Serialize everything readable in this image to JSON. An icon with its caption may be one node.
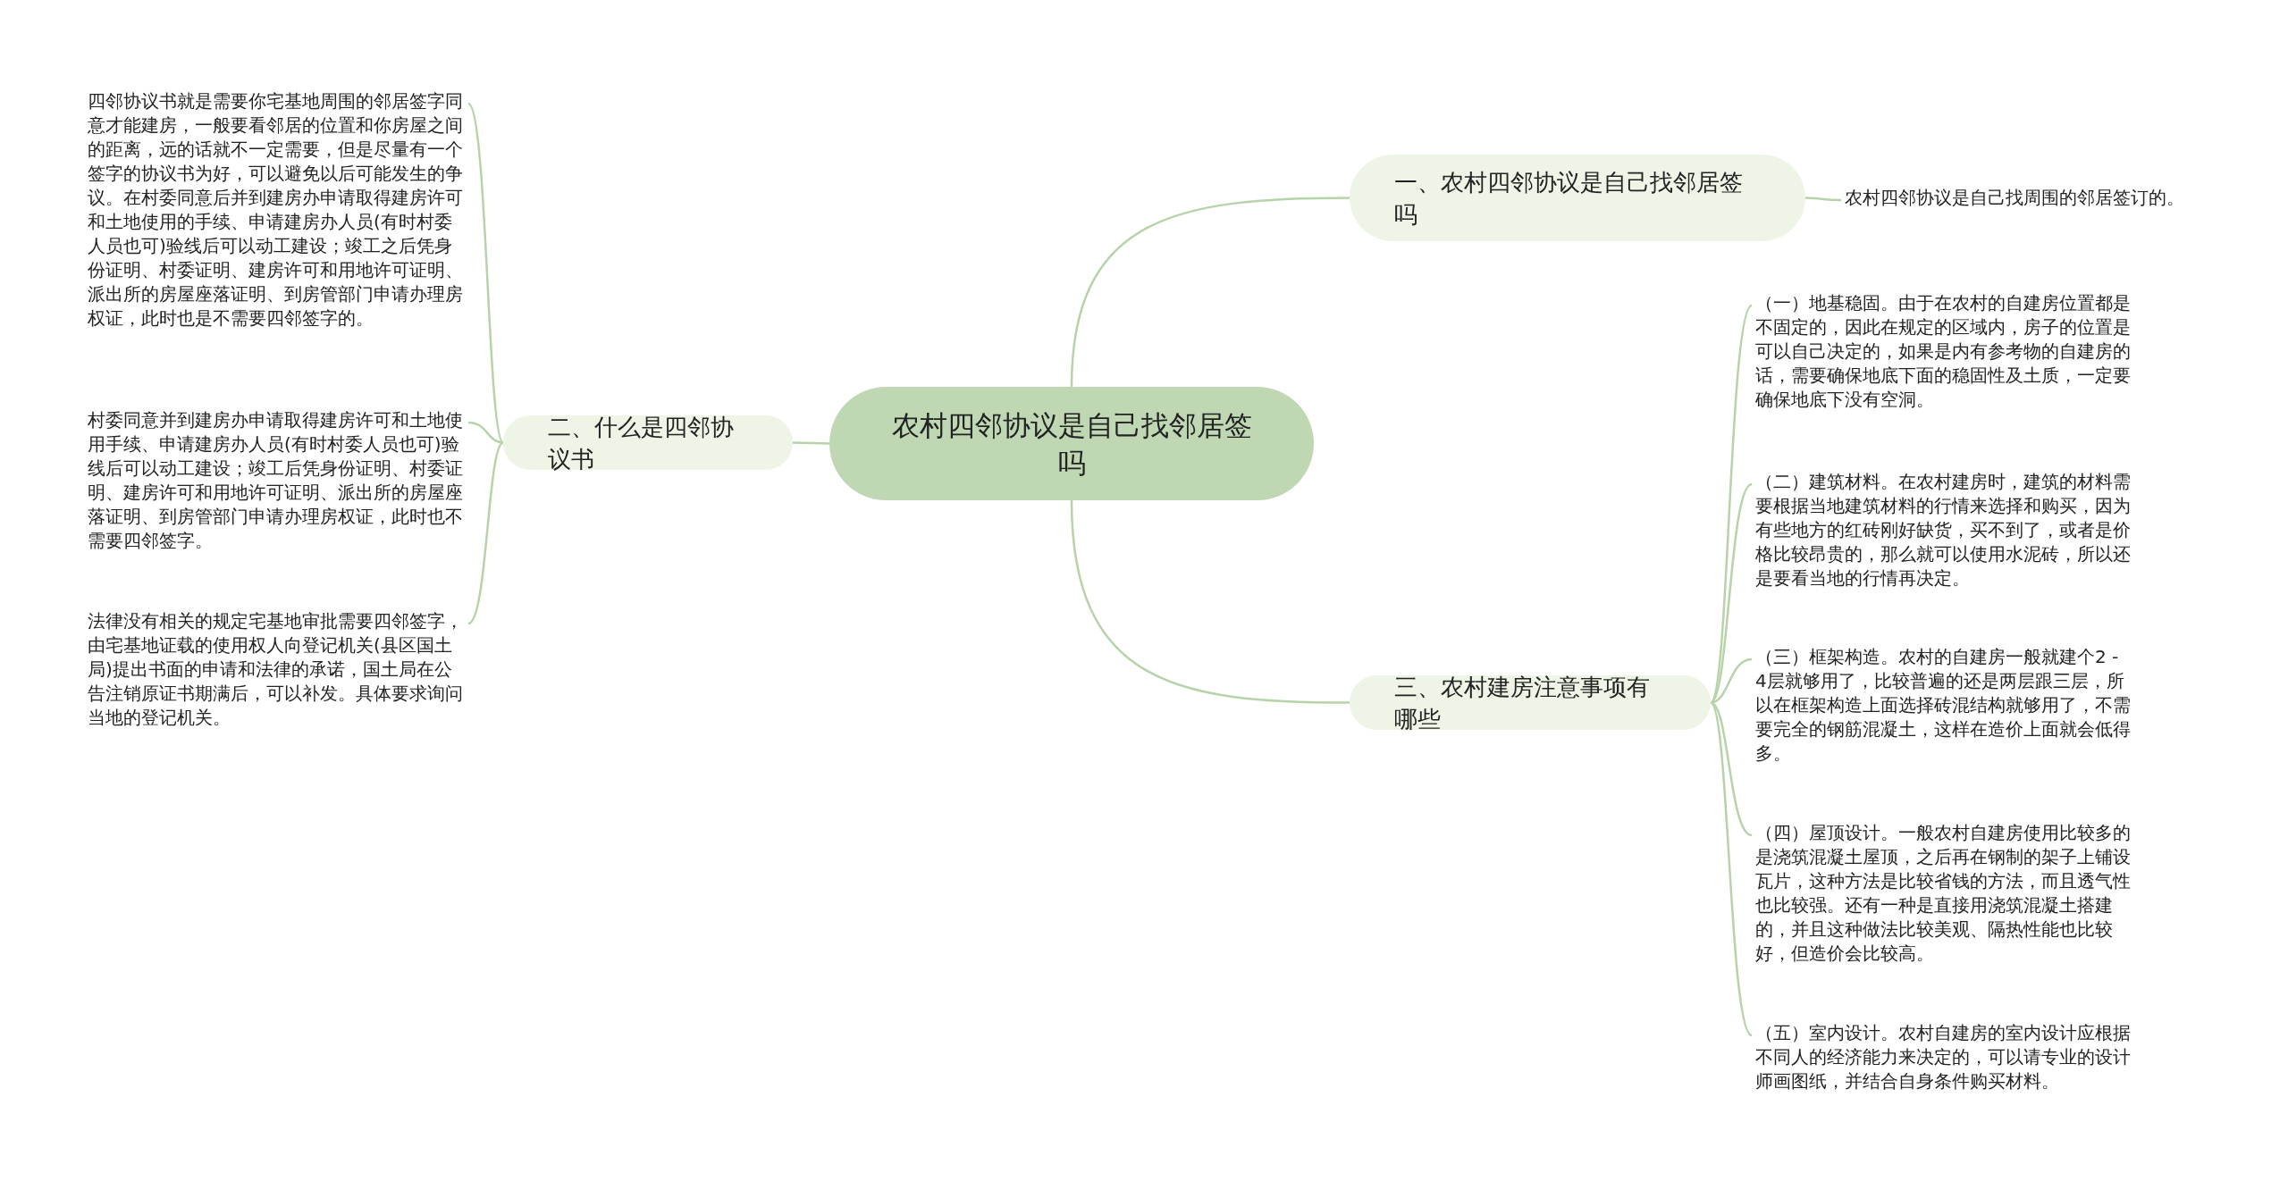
{
  "diagram": {
    "nodes": [
      {
        "text": [
          "农村四邻协议是自己找邻居签吗"
        ]
      },
      {
        "text": [
          "一、农村四邻协议是自己找邻居签吗"
        ]
      },
      {
        "text": [
          "农村四邻协议是自己找周围的邻居签订的。"
        ]
      },
      {
        "text": [
          "二、什么是四邻协议书"
        ]
      },
      {
        "text": [
          "四邻协议书就是需要你宅基地周围的邻居签字同意才能建房，一般要看邻居的位置和你房屋之间的距离，远的话就不一定需要，但是尽量有一个签字的协议书为好，可以避免以后可能发生的争议。在村委同意后并到建房办申请取得建房许可和土地使用的手续、申请建房办人员(有时村委人员也可)验线后可以动工建设；竣工之后凭身份证明、村委证明、建房许可和用地许可证明、派出所的房屋座落证明、到房管部门申请办理房权证，此时也是不需要四邻签字的。"
        ]
      },
      {
        "text": [
          "村委同意并到建房办申请取得建房许可和土地使用手续、申请建房办人员(有时村委人员也可)验线后可以动工建设；竣工后凭身份证明、村委证明、建房许可和用地许可证明、派出所的房屋座落证明、到房管部门申请办理房权证，此时也不需要四邻签字。"
        ]
      },
      {
        "text": [
          "法律没有相关的规定宅基地审批需要四邻签字，由宅基地证载的使用权人向登记机关(县区国土局)提出书面的申请和法律的承诺，国土局在公告注销原证书期满后，可以补发。具体要求询问当地的登记机关。"
        ]
      },
      {
        "text": [
          "三、农村建房注意事项有哪些"
        ]
      },
      {
        "text": [
          "（一）地基稳固。由于在农村的自建房位置都是不固定的，因此在规定的区域内，房子的位置是可以自己决定的，如果是内有参考物的自建房的话，需要确保地底下面的稳固性及土质，一定要确保地底下没有空洞。"
        ]
      },
      {
        "text": [
          "（二）建筑材料。在农村建房时，建筑的材料需要根据当地建筑材料的行情来选择和购买，因为有些地方的红砖刚好缺货，买不到了，或者是价格比较昂贵的，那么就可以使用水泥砖，所以还是要看当地的行情再决定。"
        ]
      },
      {
        "text": [
          "（三）框架构造。农村的自建房一般就建个2 - 4层就够用了，比较普遍的还是两层跟三层，所以在框架构造上面选择砖混结构就够用了，不需要完全的钢筋混凝土，这样在造价上面就会低得多。"
        ]
      },
      {
        "text": [
          "（四）屋顶设计。一般农村自建房使用比较多的是浇筑混凝土屋顶，之后再在钢制的架子上铺设瓦片，这种方法是比较省钱的方法，而且透气性也比较强。还有一种是直接用浇筑混凝土搭建的，并且这种做法比较美观、隔热性能也比较好，但造价会比较高。"
        ]
      },
      {
        "text": [
          "（五）室内设计。农村自建房的室内设计应根据不同人的经济能力来决定的，可以请专业的设计师画图纸，并结合自身条件购买材料。"
        ]
      }
    ],
    "edges": [
      {
        "from": 0,
        "to": 1,
        "arrow": "none"
      },
      {
        "from": 1,
        "to": 2,
        "arrow": "none"
      },
      {
        "from": 0,
        "to": 3,
        "arrow": "none"
      },
      {
        "from": 3,
        "to": 4,
        "arrow": "none"
      },
      {
        "from": 3,
        "to": 5,
        "arrow": "none"
      },
      {
        "from": 3,
        "to": 6,
        "arrow": "none"
      },
      {
        "from": 0,
        "to": 7,
        "arrow": "none"
      },
      {
        "from": 7,
        "to": 8,
        "arrow": "none"
      },
      {
        "from": 7,
        "to": 9,
        "arrow": "none"
      },
      {
        "from": 7,
        "to": 10,
        "arrow": "none"
      },
      {
        "from": 7,
        "to": 11,
        "arrow": "none"
      },
      {
        "from": 7,
        "to": 12,
        "arrow": "none"
      }
    ]
  }
}
